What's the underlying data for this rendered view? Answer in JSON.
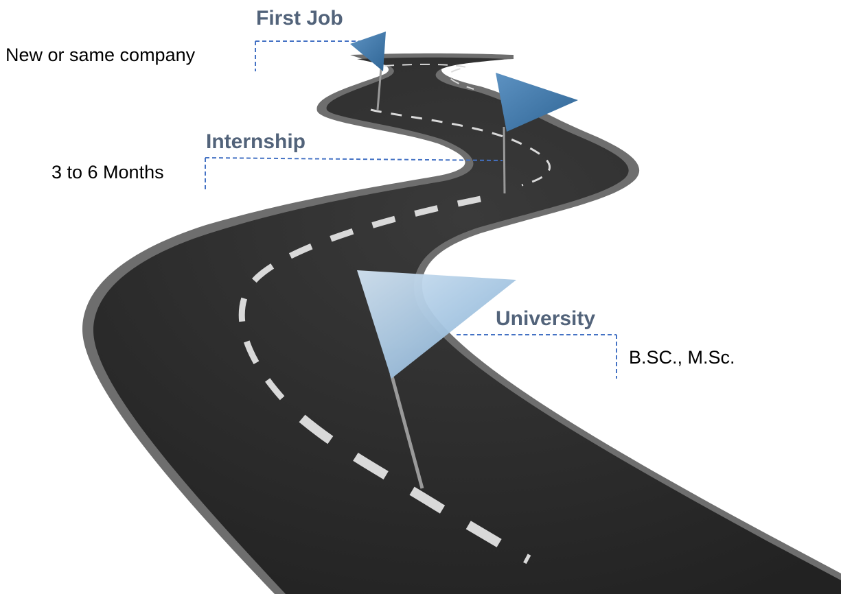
{
  "colors": {
    "label_title": "#52637a",
    "connector": "#4472c4",
    "asphalt": "#2b2b2b",
    "road_edge": "#6e6e6e",
    "lane_marking": "#d9d9d9",
    "flag_dark": "#3f77a8",
    "flag_light": "#a9c8e3"
  },
  "milestones": [
    {
      "title": "First Job",
      "detail": "New or same company",
      "flag_icon": "flag-icon"
    },
    {
      "title": "Internship",
      "detail": "3 to 6 Months",
      "flag_icon": "flag-icon"
    },
    {
      "title": "University",
      "detail": "B.SC., M.Sc.",
      "flag_icon": "flag-icon"
    }
  ]
}
